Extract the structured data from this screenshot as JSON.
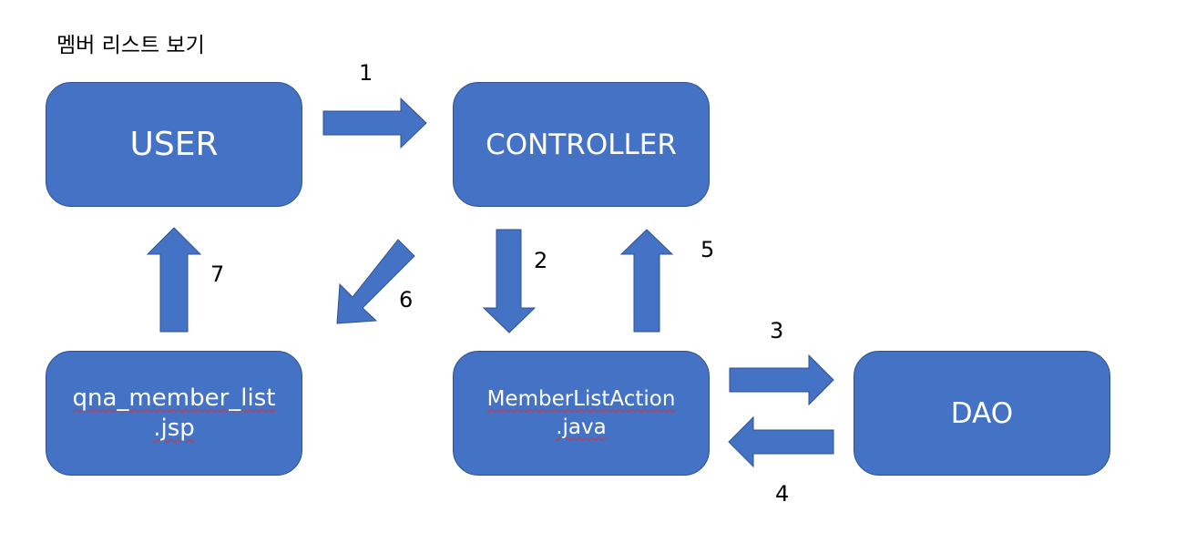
{
  "title": "멤버 리스트 보기",
  "boxes": {
    "user": "USER",
    "controller": "CONTROLLER",
    "jsp_line1": "qna_member_list",
    "jsp_line2": ".jsp",
    "action_line1": "MemberListAction",
    "action_line2": ".java",
    "dao": "DAO"
  },
  "steps": [
    "1",
    "2",
    "3",
    "4",
    "5",
    "6",
    "7"
  ],
  "colors": {
    "box_fill": "#4472c4",
    "box_border": "#2f528f",
    "text_on_box": "#ffffff"
  }
}
